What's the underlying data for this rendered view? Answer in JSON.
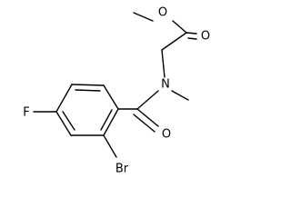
{
  "molecule": {
    "atoms": {
      "O_ester": "O",
      "O_carbonyl_ester": "O",
      "N_amide": "N",
      "O_amide": "O",
      "F": "F",
      "Br": "Br"
    }
  }
}
